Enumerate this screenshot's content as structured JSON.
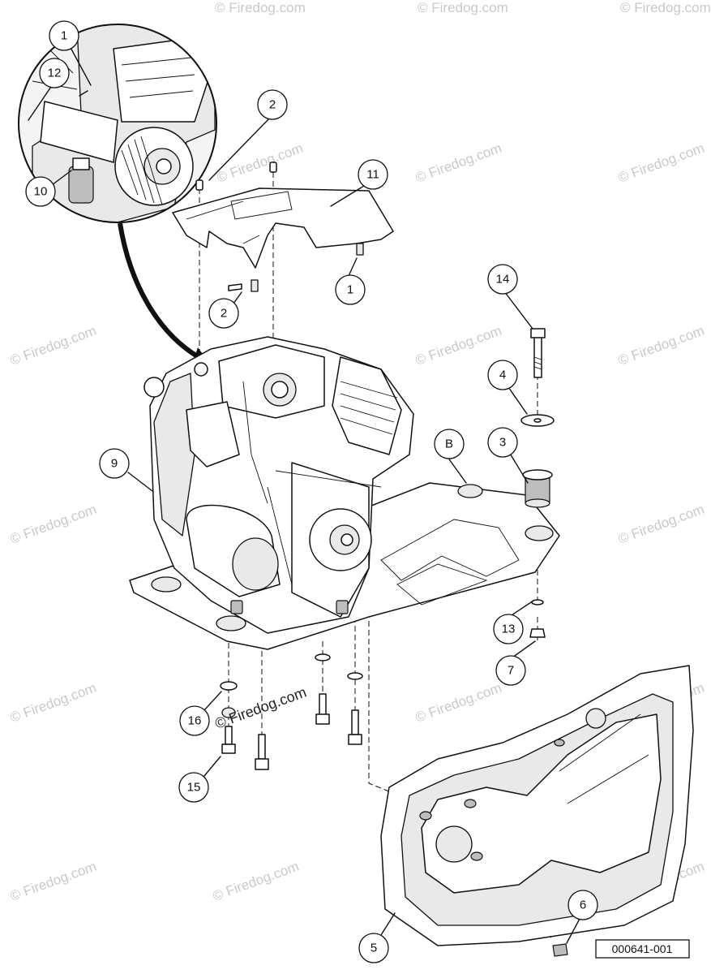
{
  "callouts": [
    {
      "id": "c1a",
      "label": "1"
    },
    {
      "id": "c12",
      "label": "12"
    },
    {
      "id": "c10",
      "label": "10"
    },
    {
      "id": "c2a",
      "label": "2"
    },
    {
      "id": "c11",
      "label": "11"
    },
    {
      "id": "c1b",
      "label": "1"
    },
    {
      "id": "c2b",
      "label": "2"
    },
    {
      "id": "c14",
      "label": "14"
    },
    {
      "id": "c4",
      "label": "4"
    },
    {
      "id": "c3",
      "label": "3"
    },
    {
      "id": "c9",
      "label": "9"
    },
    {
      "id": "cB",
      "label": "B"
    },
    {
      "id": "c13",
      "label": "13"
    },
    {
      "id": "c7",
      "label": "7"
    },
    {
      "id": "c16",
      "label": "16"
    },
    {
      "id": "c15",
      "label": "15"
    },
    {
      "id": "c6",
      "label": "6"
    },
    {
      "id": "c5",
      "label": "5"
    }
  ],
  "watermark": "© Firedog.com",
  "reference_code": "000641-001"
}
